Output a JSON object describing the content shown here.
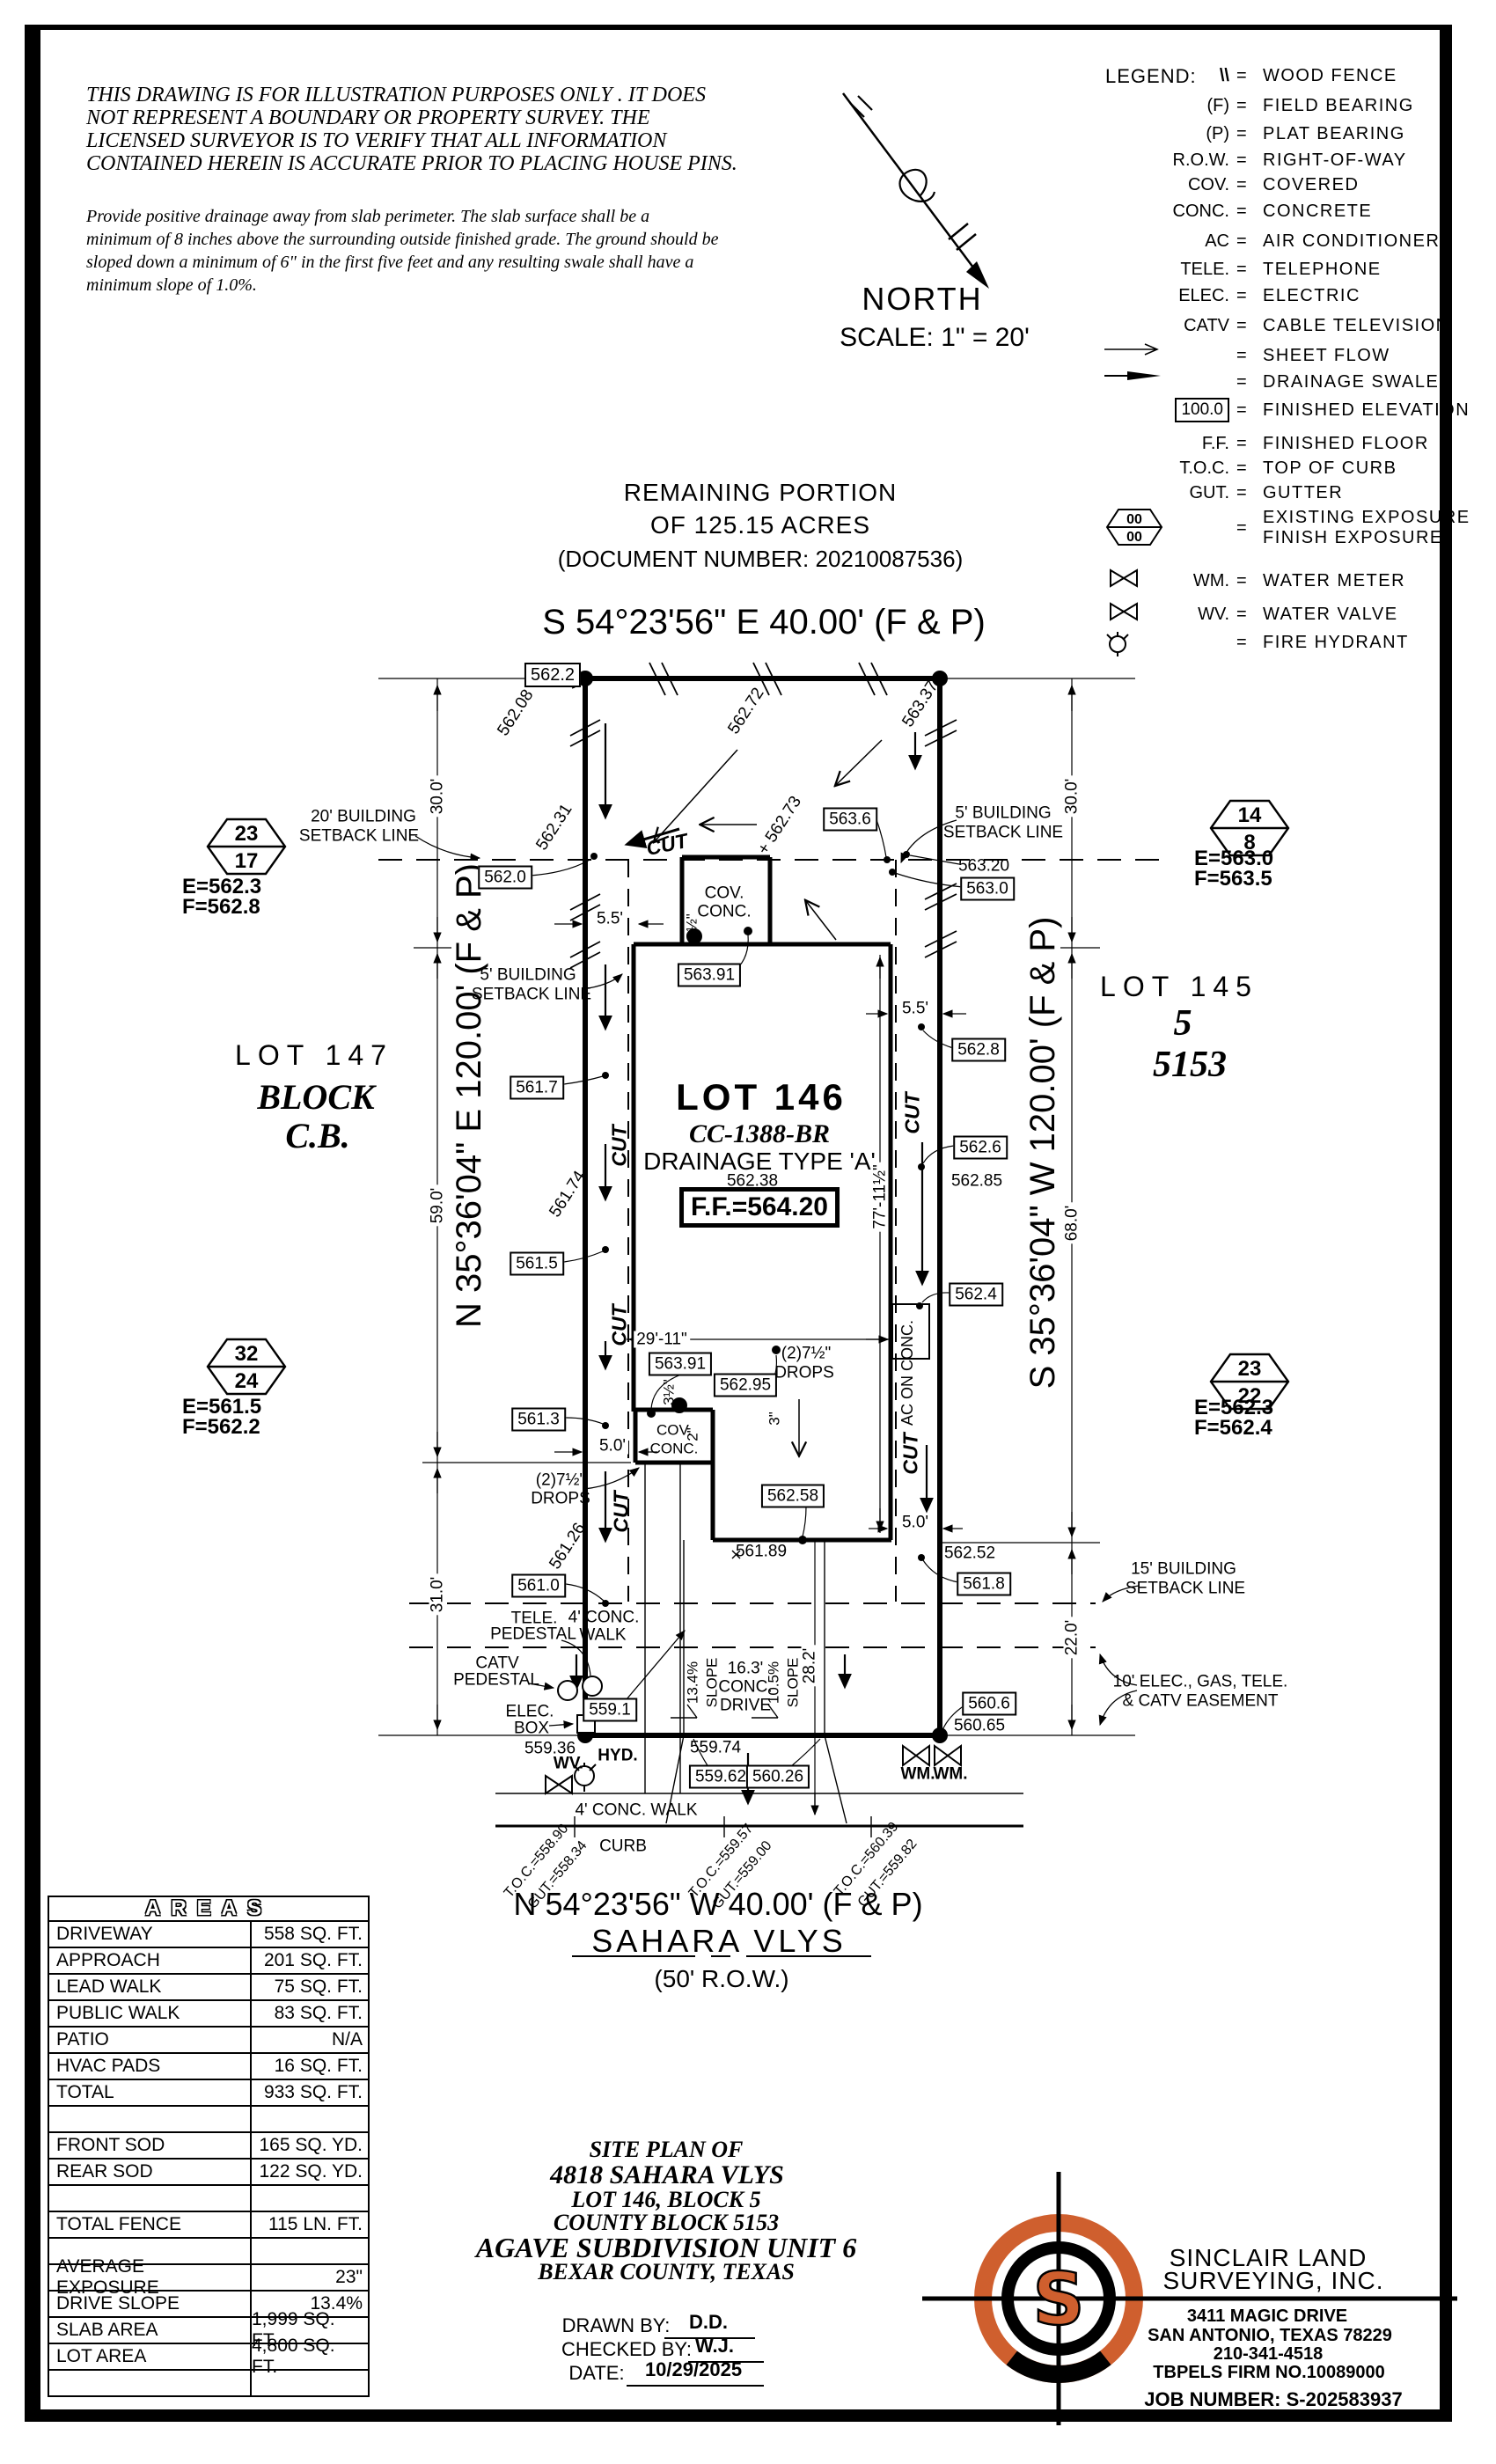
{
  "colors": {
    "ink": "#000000",
    "logo_orange": "#cf5f2e"
  },
  "notes": {
    "disclaimer": [
      "THIS DRAWING IS FOR ILLUSTRATION PURPOSES ONLY . IT DOES",
      "NOT REPRESENT A BOUNDARY OR PROPERTY SURVEY. THE",
      "LICENSED SURVEYOR IS TO VERIFY THAT ALL INFORMATION",
      "CONTAINED HEREIN IS ACCURATE PRIOR TO PLACING HOUSE PINS."
    ],
    "drainage": [
      "Provide positive drainage away from slab perimeter. The slab surface shall be a",
      "minimum of 8 inches above the surrounding outside finished grade. The ground should be",
      "sloped down a minimum of 6\" in the first five feet and any resulting swale shall have a",
      "minimum slope of 1.0%."
    ]
  },
  "legend": {
    "title": "LEGEND:",
    "hex_top": "00",
    "hex_bot": "00",
    "items": [
      {
        "sym": "\\\\",
        "desc": "WOOD FENCE"
      },
      {
        "sym": "(F)",
        "desc": "FIELD BEARING"
      },
      {
        "sym": "(P)",
        "desc": "PLAT BEARING"
      },
      {
        "sym": "R.O.W.",
        "desc": "RIGHT-OF-WAY"
      },
      {
        "sym": "COV.",
        "desc": "COVERED"
      },
      {
        "sym": "CONC.",
        "desc": "CONCRETE"
      },
      {
        "sym": "AC",
        "desc": "AIR CONDITIONER"
      },
      {
        "sym": "TELE.",
        "desc": "TELEPHONE"
      },
      {
        "sym": "ELEC.",
        "desc": "ELECTRIC"
      },
      {
        "sym": "CATV",
        "desc": "CABLE TELEVISION"
      },
      {
        "sym": "",
        "desc": "SHEET FLOW"
      },
      {
        "sym": "",
        "desc": "DRAINAGE SWALE"
      },
      {
        "sym": "100.0",
        "desc": "FINISHED ELEVATION"
      },
      {
        "sym": "F.F.",
        "desc": "FINISHED FLOOR"
      },
      {
        "sym": "T.O.C.",
        "desc": "TOP OF CURB"
      },
      {
        "sym": "GUT.",
        "desc": "GUTTER"
      },
      {
        "sym": "",
        "desc": "EXISTING EXPOSURE",
        "desc2": "FINISH EXPOSURE"
      },
      {
        "sym": "WM.",
        "desc": "WATER METER"
      },
      {
        "sym": "WV.",
        "desc": "WATER VALVE"
      },
      {
        "sym": "",
        "desc": "FIRE HYDRANT"
      }
    ]
  },
  "compass": {
    "north": "NORTH",
    "scale": "SCALE: 1\" = 20'"
  },
  "remaining": {
    "l1": "REMAINING PORTION",
    "l2": "OF 125.15 ACRES",
    "l3": "(DOCUMENT NUMBER: 20210087536)"
  },
  "bearings": {
    "top": "S 54°23'56\" E 40.00' (F & P)",
    "bottom": "N 54°23'56\" W 40.00' (F & P)",
    "west": "N 35°36'04\" E 120.00' (F & P)",
    "east": "S 35°36'04\" W 120.00' (F & P)"
  },
  "street": {
    "name": "SAHARA VLYS",
    "row": "(50' R.O.W.)"
  },
  "lot146": {
    "name": "LOT 146",
    "plan": "CC-1388-BR",
    "drainage": "DRAINAGE TYPE 'A'",
    "pad": "562.38",
    "ff": "F.F.=564.20"
  },
  "lot147": {
    "name": "LOT 147",
    "l2": "BLOCK",
    "l3": "C.B."
  },
  "lot145": {
    "name": "LOT 145",
    "l2": "5",
    "l3": "5153"
  },
  "markers": [
    {
      "top": "23",
      "bot": "17",
      "e": "E=562.3",
      "f": "F=562.8"
    },
    {
      "top": "14",
      "bot": "8",
      "e": "E=563.0",
      "f": "F=563.5"
    },
    {
      "top": "32",
      "bot": "24",
      "e": "E=561.5",
      "f": "F=562.2"
    },
    {
      "top": "23",
      "bot": "22",
      "e": "E=562.3",
      "f": "F=562.4"
    }
  ],
  "setbacks": {
    "front1": "20' BUILDING",
    "front2": "SETBACK LINE",
    "left1": "5' BUILDING",
    "left2": "SETBACK LINE",
    "right1": "5' BUILDING",
    "right2": "SETBACK LINE",
    "rear1": "15' BUILDING",
    "rear2": "SETBACK LINE",
    "esmt1": "10' ELEC., GAS, TELE.",
    "esmt2": "& CATV EASEMENT"
  },
  "dims": {
    "w_top": "30.0'",
    "w_mid": "59.0'",
    "w_bot": "31.0'",
    "e_top": "30.0'",
    "e_mid": "68.0'",
    "e_bot": "22.0'",
    "house_w": "29'-11\"",
    "house_d": "77'-11½\"",
    "off_l": "5.5'",
    "off_r": "5.5'",
    "off_porch": "5.0'",
    "off_ac": "5.0'",
    "drive_len": "28.2'",
    "slope1": "13.4%",
    "slope2": "10.5%",
    "slope_word": "SLOPE",
    "drive1": "16.3'",
    "drive2": "CONC.",
    "drive3": "DRIVE",
    "step1": "3½\"",
    "step2": "2\"",
    "step3": "3\"",
    "step4": "3½\""
  },
  "spots": {
    "boxed": [
      "562.2",
      "562.0",
      "563.6",
      "563.0",
      "563.91",
      "562.8",
      "561.7",
      "562.6",
      "561.5",
      "562.95",
      "563.91",
      "562.4",
      "561.3",
      "562.58",
      "561.0",
      "561.8",
      "559.1",
      "560.6",
      "559.62",
      "560.26"
    ],
    "plain": [
      "563.20",
      "562.85",
      "562.52",
      "560.65",
      "559.36",
      "559.74",
      "561.89"
    ],
    "rot": [
      "562.08",
      "562.31",
      "562.72",
      "563.37",
      "+ 562.73",
      "561.74",
      "561.26"
    ]
  },
  "labels": {
    "cut": "CUT",
    "cov": "COV.",
    "conc": "CONC.",
    "drops_n": "(2)7½\"",
    "drops": "DROPS",
    "ac": "AC ON CONC.",
    "walk1": "4' CONC.",
    "walk2": "WALK",
    "pubwalk": "4' CONC. WALK",
    "curb": "CURB",
    "tele1": "TELE.",
    "tele2": "PEDESTAL",
    "catv1": "CATV",
    "catv2": "PEDESTAL",
    "elec1": "ELEC.",
    "elec2": "BOX",
    "wv": "WV.",
    "hyd": "HYD.",
    "wm": "WM."
  },
  "toc": [
    {
      "t": "T.O.C.=558.90",
      "g": "GUT.=558.34"
    },
    {
      "t": "T.O.C.=559.57",
      "g": "GUT.=559.00"
    },
    {
      "t": "T.O.C.=560.39",
      "g": "GUT.=559.82"
    }
  ],
  "areas": {
    "title": "AREAS",
    "rows": [
      {
        "l": "DRIVEWAY",
        "v": "558 SQ. FT."
      },
      {
        "l": "APPROACH",
        "v": "201 SQ. FT."
      },
      {
        "l": "LEAD WALK",
        "v": "75 SQ. FT."
      },
      {
        "l": "PUBLIC WALK",
        "v": "83 SQ. FT."
      },
      {
        "l": "PATIO",
        "v": "N/A"
      },
      {
        "l": "HVAC PADS",
        "v": "16 SQ. FT."
      },
      {
        "l": "TOTAL",
        "v": "933 SQ. FT."
      },
      {
        "l": "",
        "v": ""
      },
      {
        "l": "FRONT SOD",
        "v": "165 SQ. YD."
      },
      {
        "l": "REAR SOD",
        "v": "122 SQ. YD."
      },
      {
        "l": "",
        "v": ""
      },
      {
        "l": "TOTAL FENCE",
        "v": "115 LN. FT."
      },
      {
        "l": "",
        "v": ""
      },
      {
        "l": "AVERAGE EXPOSURE",
        "v": "23\""
      },
      {
        "l": "DRIVE SLOPE",
        "v": "13.4%"
      },
      {
        "l": "SLAB AREA",
        "v": "1,999 SQ. FT."
      },
      {
        "l": "LOT AREA",
        "v": "4,800 SQ. FT."
      },
      {
        "l": "",
        "v": ""
      }
    ]
  },
  "titleblock": {
    "l1": "SITE PLAN OF",
    "l2": "4818 SAHARA VLYS",
    "l3": "LOT 146, BLOCK 5",
    "l4": "COUNTY BLOCK 5153",
    "l5": "AGAVE SUBDIVISION UNIT 6",
    "l6": "BEXAR COUNTY, TEXAS",
    "drawn_label": "DRAWN BY:",
    "drawn": "D.D.",
    "checked_label": "CHECKED BY:",
    "checked": "W.J.",
    "date_label": "DATE:",
    "date": "10/29/2025"
  },
  "company": {
    "name1": "SINCLAIR LAND",
    "name2": "SURVEYING, INC.",
    "addr1": "3411 MAGIC DRIVE",
    "addr2": "SAN ANTONIO, TEXAS 78229",
    "phone": "210-341-4518",
    "firm": "TBPELS FIRM NO.10089000",
    "job": "JOB NUMBER:  S-202583937",
    "logo_letter": "S"
  }
}
